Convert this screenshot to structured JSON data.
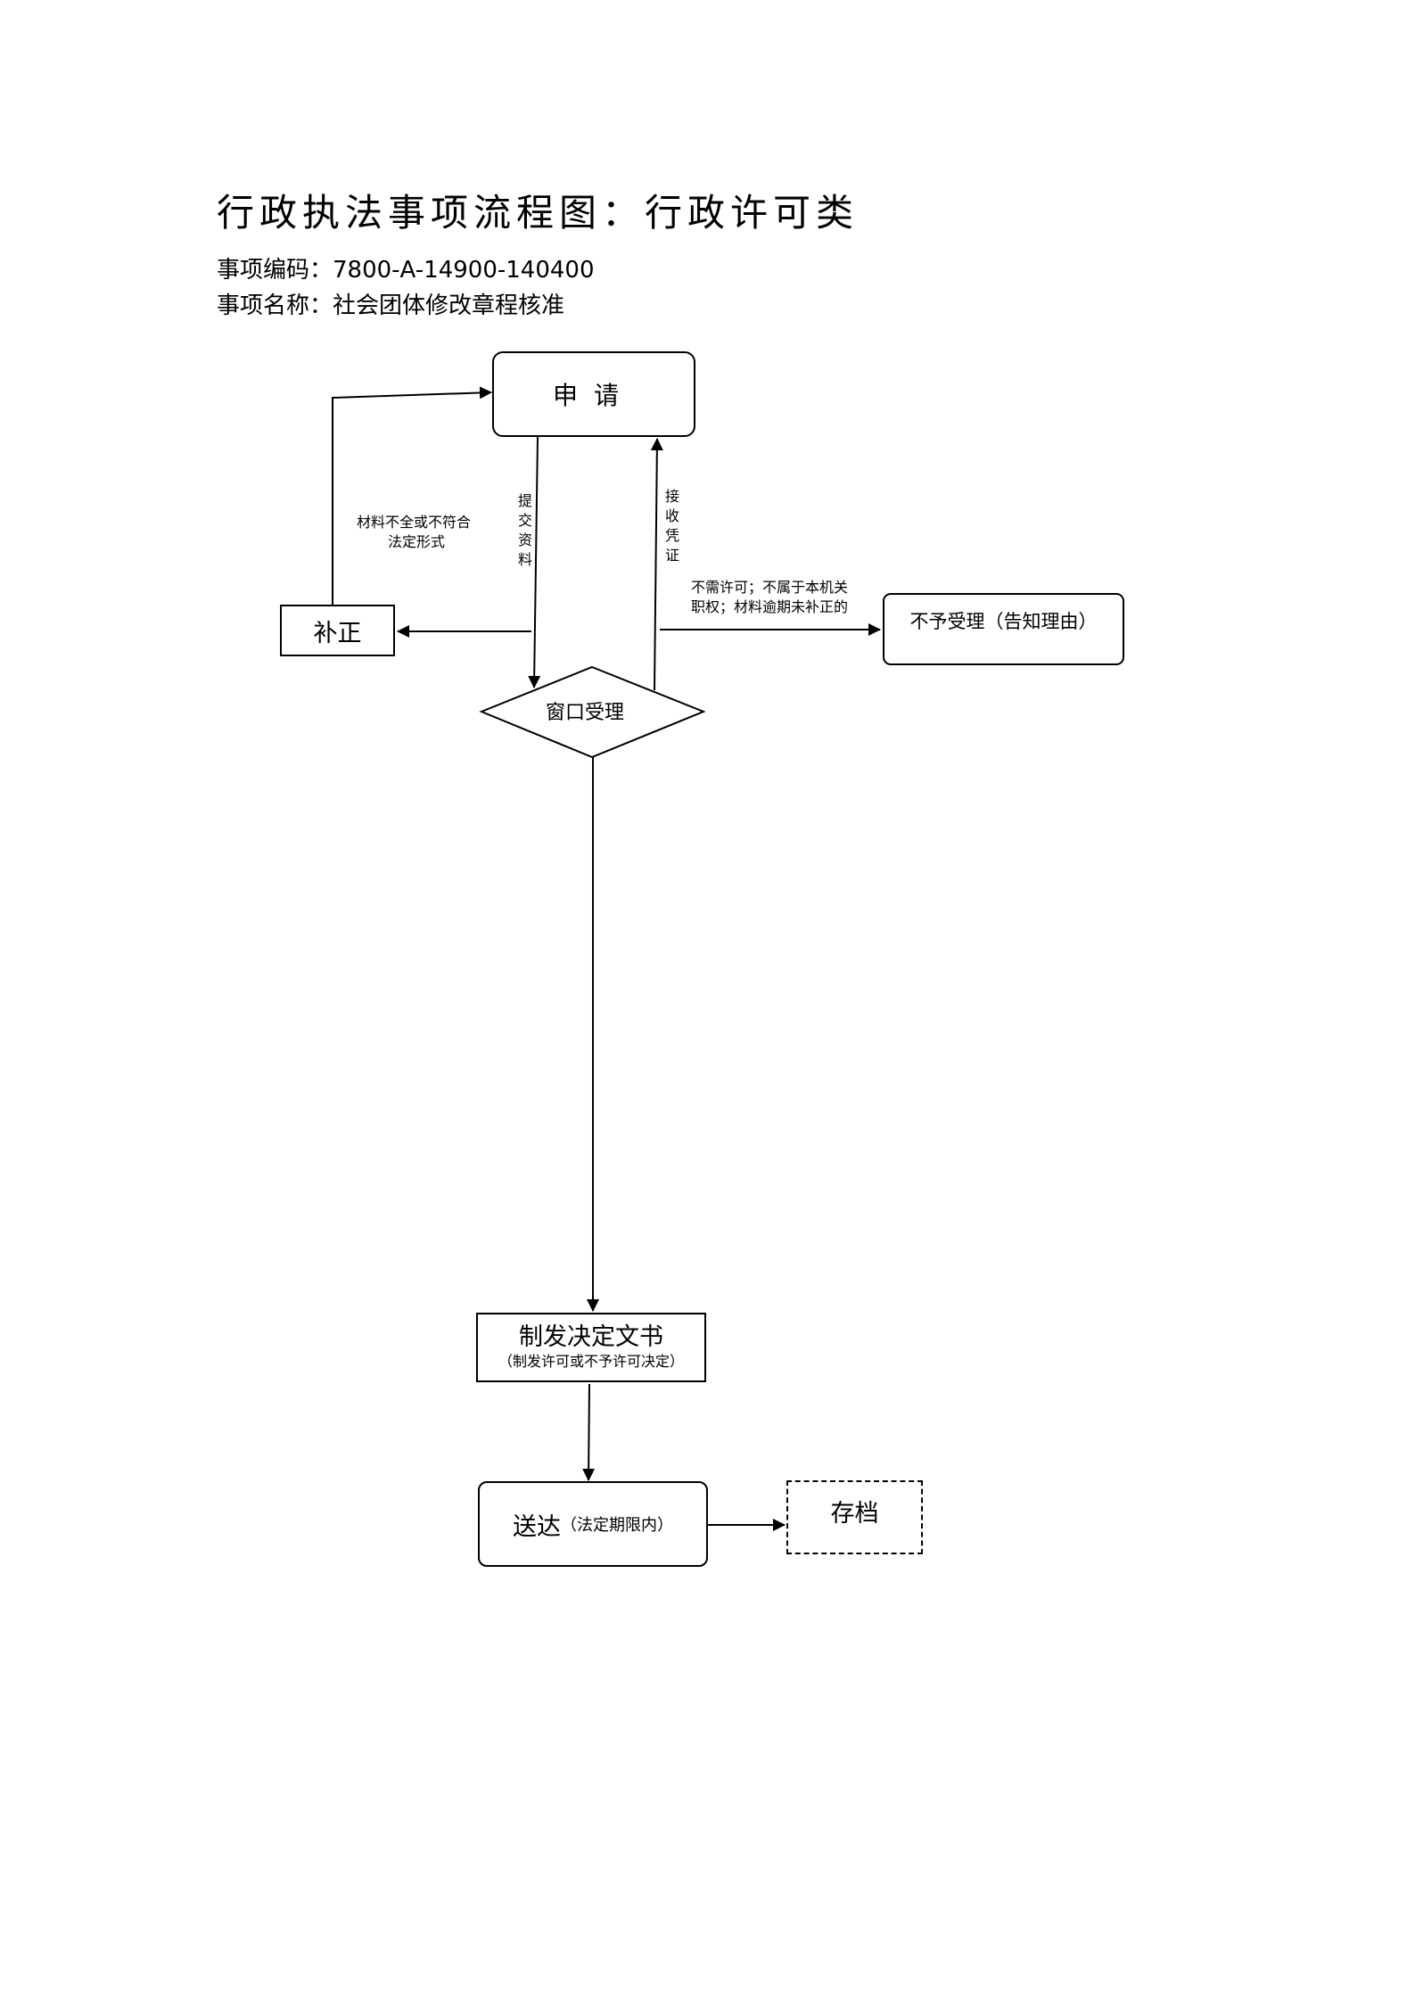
{
  "header": {
    "title": "行政执法事项流程图：行政许可类",
    "code_line": "事项编码：7800-A-14900-140400",
    "name_line": "事项名称：社会团体修改章程核准"
  },
  "nodes": {
    "apply": "申请",
    "supplement": "补正",
    "window_accept": "窗口受理",
    "reject": "不予受理（告知理由）",
    "decision": "制发决定文书",
    "decision_note": "（制发许可或不予许可决定）",
    "deliver": "送达",
    "deliver_note": "（法定期限内）",
    "archive": "存档"
  },
  "edges": {
    "submit": "提交资料",
    "receipt": "接收凭证",
    "incomplete_line1": "材料不全或不符合",
    "incomplete_line2": "法定形式",
    "not_accept_line1": "不需许可；不属于本机关",
    "not_accept_line2": "职权；材料逾期未补正的"
  }
}
